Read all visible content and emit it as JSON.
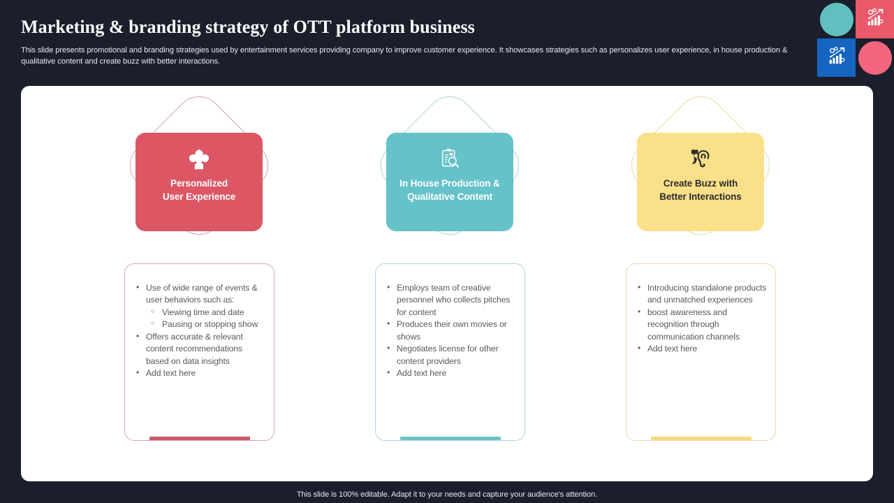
{
  "slide": {
    "title": "Marketing & branding strategy of OTT platform business",
    "subtitle": "This slide presents promotional and branding strategies used by entertainment services providing company to improve customer experience. It showcases strategies such as personalizes user experience, in house production & qualitative content and create buzz with better interactions.",
    "footer": "This slide is 100% editable. Adapt it to your needs and capture your audience's attention."
  },
  "colors": {
    "background": "#1b1e2b",
    "panel": "#ffffff",
    "red": "#dc5664",
    "teal": "#66c2c9",
    "yellow": "#fbe08a",
    "badge_teal": "#62bfc0",
    "badge_red": "#e9596a",
    "badge_blue": "#1565c0",
    "badge_pink": "#f4657f"
  },
  "badges": [
    {
      "name": "teal-circle",
      "shape": "circle",
      "color": "#62bfc0",
      "icon": ""
    },
    {
      "name": "red-square-chart",
      "shape": "square",
      "color": "#e9596a",
      "icon": "growth-chart-icon"
    },
    {
      "name": "blue-square-chart",
      "shape": "square",
      "color": "#1565c0",
      "icon": "growth-chart-icon"
    },
    {
      "name": "pink-circle",
      "shape": "circle",
      "color": "#f4657f",
      "icon": ""
    }
  ],
  "columns": [
    {
      "id": "personalized-user-experience",
      "title": "Personalized\nUser Experience",
      "title_line1": "Personalized",
      "title_line2": "User Experience",
      "icon": "people-feedback-icon",
      "card_color": "#dc5664",
      "title_color": "#ffffff",
      "outline_color": "#cfa3a9",
      "box_border_color": "#d7a7ad",
      "accent_color": "#cd5765",
      "bullets": [
        {
          "level": 1,
          "text": "Use of wide range of events & user behaviors such as:"
        },
        {
          "level": 2,
          "text": "Viewing time and date"
        },
        {
          "level": 2,
          "text": "Pausing or stopping show"
        },
        {
          "level": 1,
          "text": "Offers accurate & relevant content recommendations based on data insights"
        },
        {
          "level": 1,
          "text": "Add text here"
        }
      ]
    },
    {
      "id": "in-house-production-qualitative-content",
      "title": "In House Production &\nQualitative  Content",
      "title_line1": "In House Production &",
      "title_line2": "Qualitative  Content",
      "icon": "clipboard-search-icon",
      "card_color": "#66c2c9",
      "title_color": "#ffffff",
      "outline_color": "#a9d4dc",
      "box_border_color": "#a9d4dc",
      "accent_color": "#6cc2c6",
      "bullets": [
        {
          "level": 1,
          "text": "Employs team of creative personnel who collects pitches for content"
        },
        {
          "level": 1,
          "text": "Produces their own movies or shows"
        },
        {
          "level": 1,
          "text": "Negotiates license for other content providers"
        },
        {
          "level": 1,
          "text": "Add text here"
        }
      ]
    },
    {
      "id": "create-buzz-with-better-interactions",
      "title": "Create Buzz with\nBetter Interactions",
      "title_line1": "Create Buzz with",
      "title_line2": "Better Interactions",
      "icon": "ear-speech-icon",
      "card_color": "#fbe08a",
      "title_color": "#2b2b2b",
      "outline_color": "#ead9a4",
      "box_border_color": "#ead9a4",
      "accent_color": "#f7dc7e",
      "bullets": [
        {
          "level": 1,
          "text": "Introducing standalone products and unmatched experiences"
        },
        {
          "level": 1,
          "text": "boost awareness and recognition through communication channels"
        },
        {
          "level": 1,
          "text": "Add text here"
        }
      ]
    }
  ]
}
